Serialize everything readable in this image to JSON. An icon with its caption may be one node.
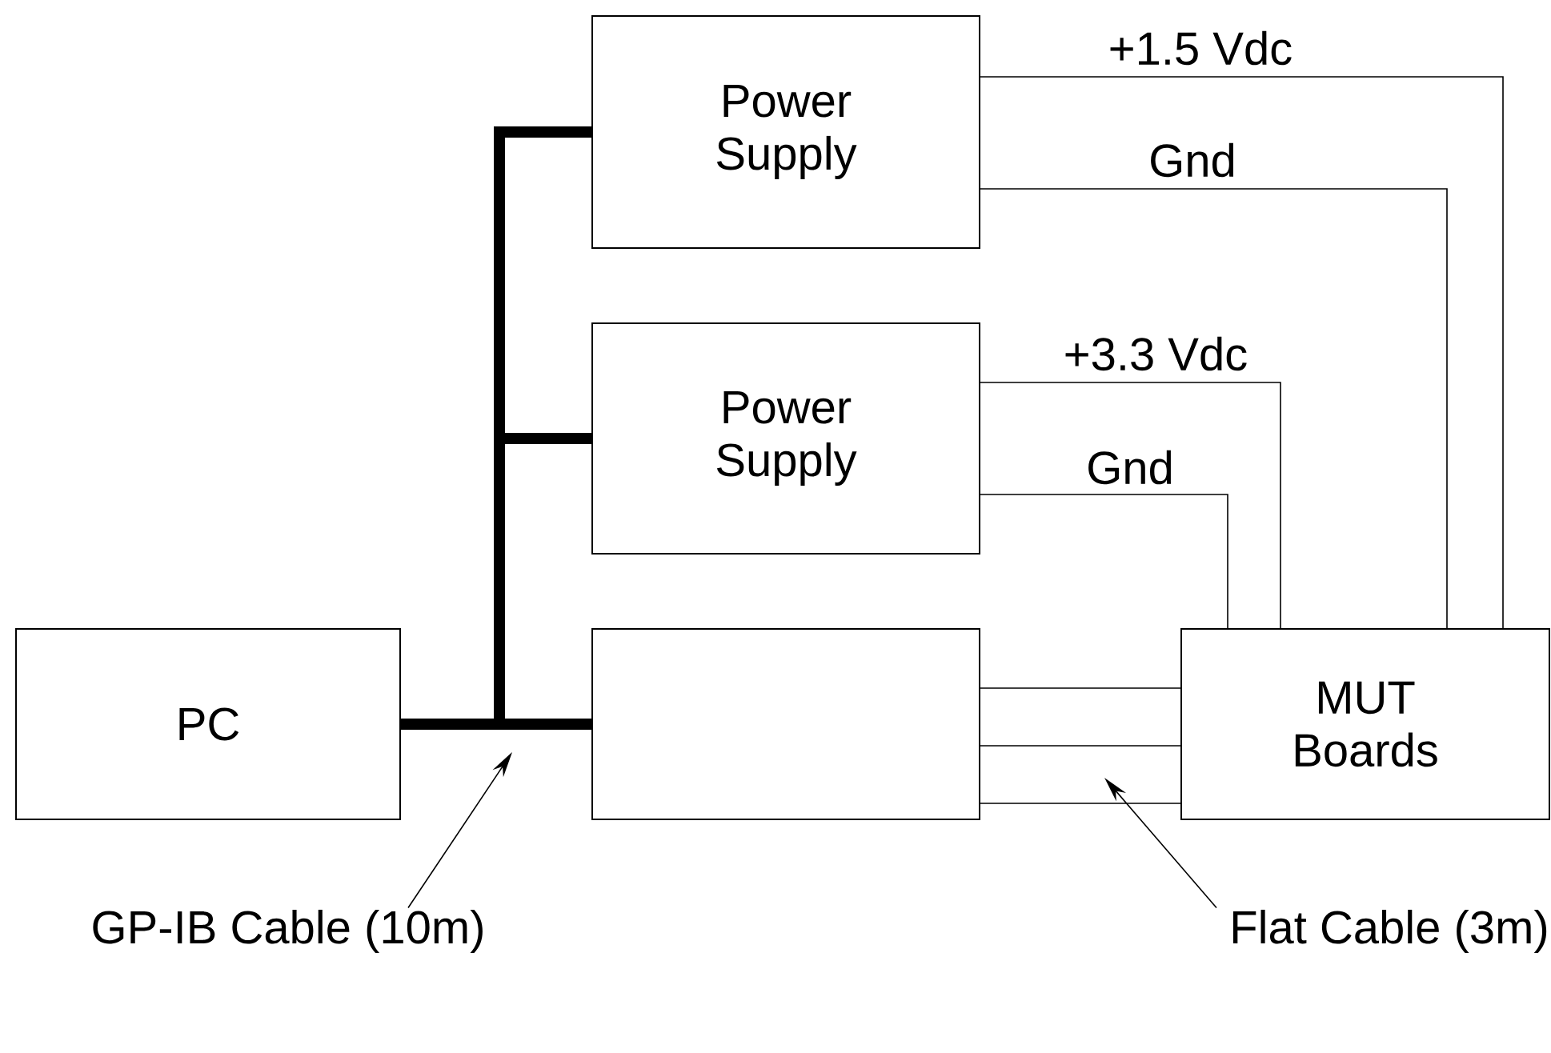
{
  "diagram": {
    "nodes": [
      {
        "text": [
          "Power Supply"
        ]
      },
      {
        "text": [
          "Power Supply"
        ]
      },
      {
        "text": [
          "PC"
        ]
      },
      {
        "text": [],
        "shape": "box"
      },
      {
        "text": [
          "MUT Boards"
        ]
      },
      {
        "text": [
          "GP-IB Cable (10m)"
        ]
      },
      {
        "text": [
          "Flat Cable (3m)"
        ]
      }
    ],
    "edges": [
      {
        "from": 2,
        "to": 0,
        "arrow": "none",
        "style": "thick"
      },
      {
        "from": 2,
        "to": 1,
        "arrow": "none",
        "style": "thick"
      },
      {
        "from": 2,
        "to": 3,
        "arrow": "none",
        "style": "thick"
      },
      {
        "from": 0,
        "to": 4,
        "arrow": "none",
        "label": "+1.5 Vdc"
      },
      {
        "from": 0,
        "to": 4,
        "arrow": "none",
        "label": "Gnd"
      },
      {
        "from": 1,
        "to": 4,
        "arrow": "none",
        "label": "+3.3 Vdc"
      },
      {
        "from": 1,
        "to": 4,
        "arrow": "none",
        "label": "Gnd"
      },
      {
        "from": 3,
        "to": 4,
        "arrow": "none"
      },
      {
        "from": 3,
        "to": 4,
        "arrow": "none"
      },
      {
        "from": 3,
        "to": 4,
        "arrow": "none"
      },
      {
        "from": 5,
        "to": null,
        "arrow": "to"
      },
      {
        "from": 6,
        "to": null,
        "arrow": "to"
      }
    ]
  }
}
